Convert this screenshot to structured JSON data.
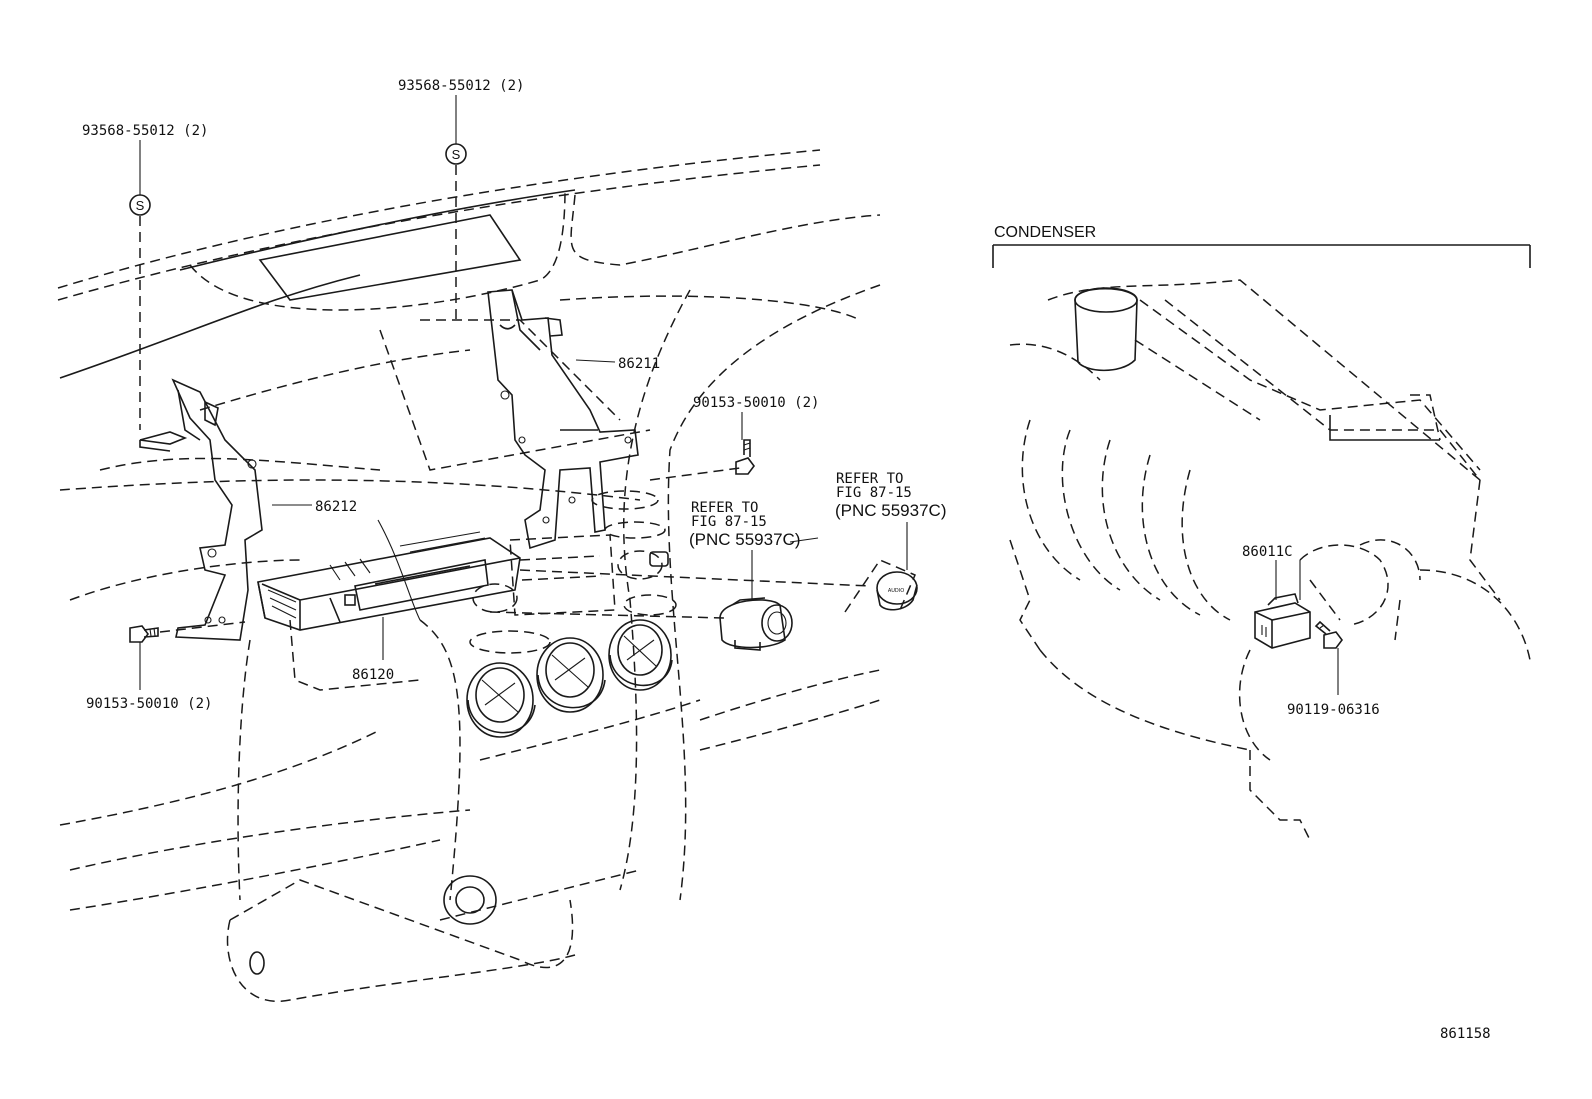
{
  "labels": {
    "screw_left": "93568-55012 (2)",
    "screw_top": "93568-55012 (2)",
    "bracket_right": "86211",
    "bracket_left": "86212",
    "bolt_right": "90153-50010 (2)",
    "bolt_left": "90153-50010 (2)",
    "receiver": "86120",
    "refer_a_line1": "REFER TO",
    "refer_a_line2": "FIG 87-15",
    "refer_a_line3": "(PNC 55937C)",
    "refer_b_line1": "REFER TO",
    "refer_b_line2": "FIG 87-15",
    "refer_b_line3": "(PNC 55937C)",
    "section_title": "CONDENSER",
    "relay": "86011C",
    "relay_bolt": "90119-06316",
    "figure_number": "861158",
    "screw_symbol": "S",
    "knob_text": "AUDIO"
  },
  "colors": {
    "line": "#1a1a1a",
    "background": "#ffffff"
  }
}
